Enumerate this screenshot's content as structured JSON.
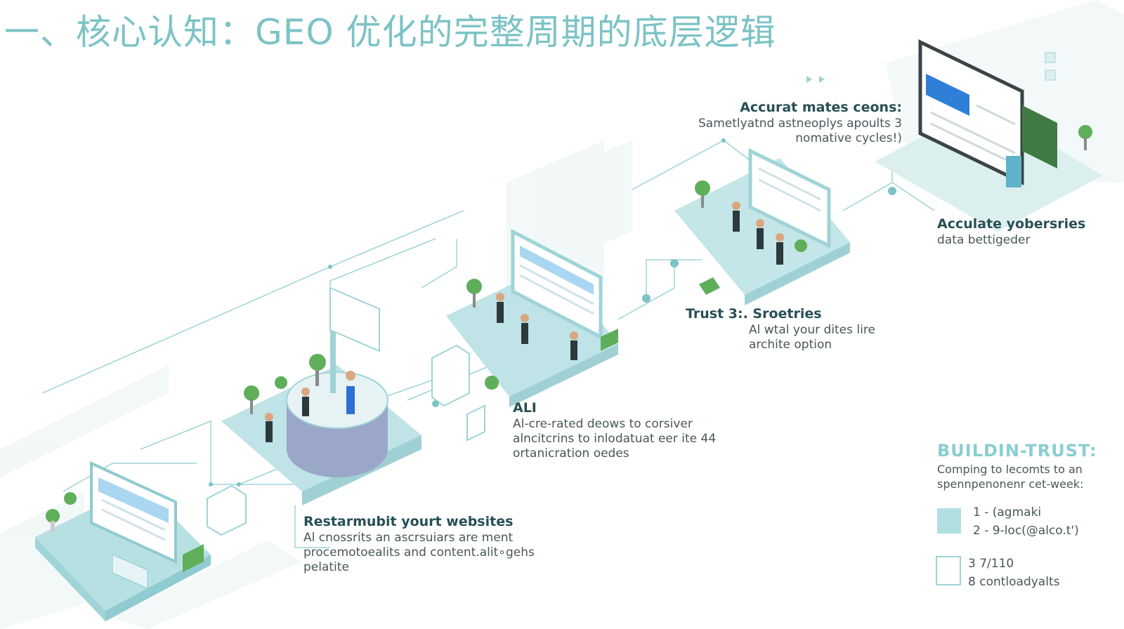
{
  "title": "一、核心认知：GEO 优化的完整周期的底层逻辑",
  "labels": {
    "step1": {
      "heading": "Restarmubit yourt websites",
      "lines": [
        "Al cnossrits an ascrsuiars are ment",
        "procemotoealits and content.alit∘gehs",
        "pelatite"
      ]
    },
    "step2": {
      "heading": "ALI",
      "lines": [
        "Al-cre-rated deows to corsiver",
        "alncitcrins to inlodatuat eer ite 44",
        "ortanicration oedes"
      ]
    },
    "step3": {
      "heading": "Trust 3:.  Sroetries",
      "lines": [
        "Al wtal your dites lire",
        "archite option"
      ]
    },
    "step4": {
      "heading": "Accurat mates сeons:",
      "lines": [
        "Sametlyatnd astneoplys apoults 3",
        "nomative cycles!)"
      ]
    },
    "step5": {
      "heading": "Acculate yobersries",
      "lines": [
        "data bettigeder"
      ]
    }
  },
  "trust_panel": {
    "title": "BUILDIN-TRUST:",
    "subtitle_lines": [
      "Comping to lecomts to an",
      "spennpenonenr cet-week:"
    ],
    "legend": [
      {
        "style": "filled",
        "lines": [
          "1 - (agmaki",
          "2 - 9-loc(@alco.t')"
        ]
      },
      {
        "style": "outline",
        "lines": [
          "3 7/110",
          "8 contloadyalts"
        ]
      }
    ]
  },
  "colors": {
    "accent": "#7cc3c6",
    "platform_teal": "#b1dfe0",
    "plant_green": "#5fae5a",
    "heading_dark": "#274f55"
  }
}
